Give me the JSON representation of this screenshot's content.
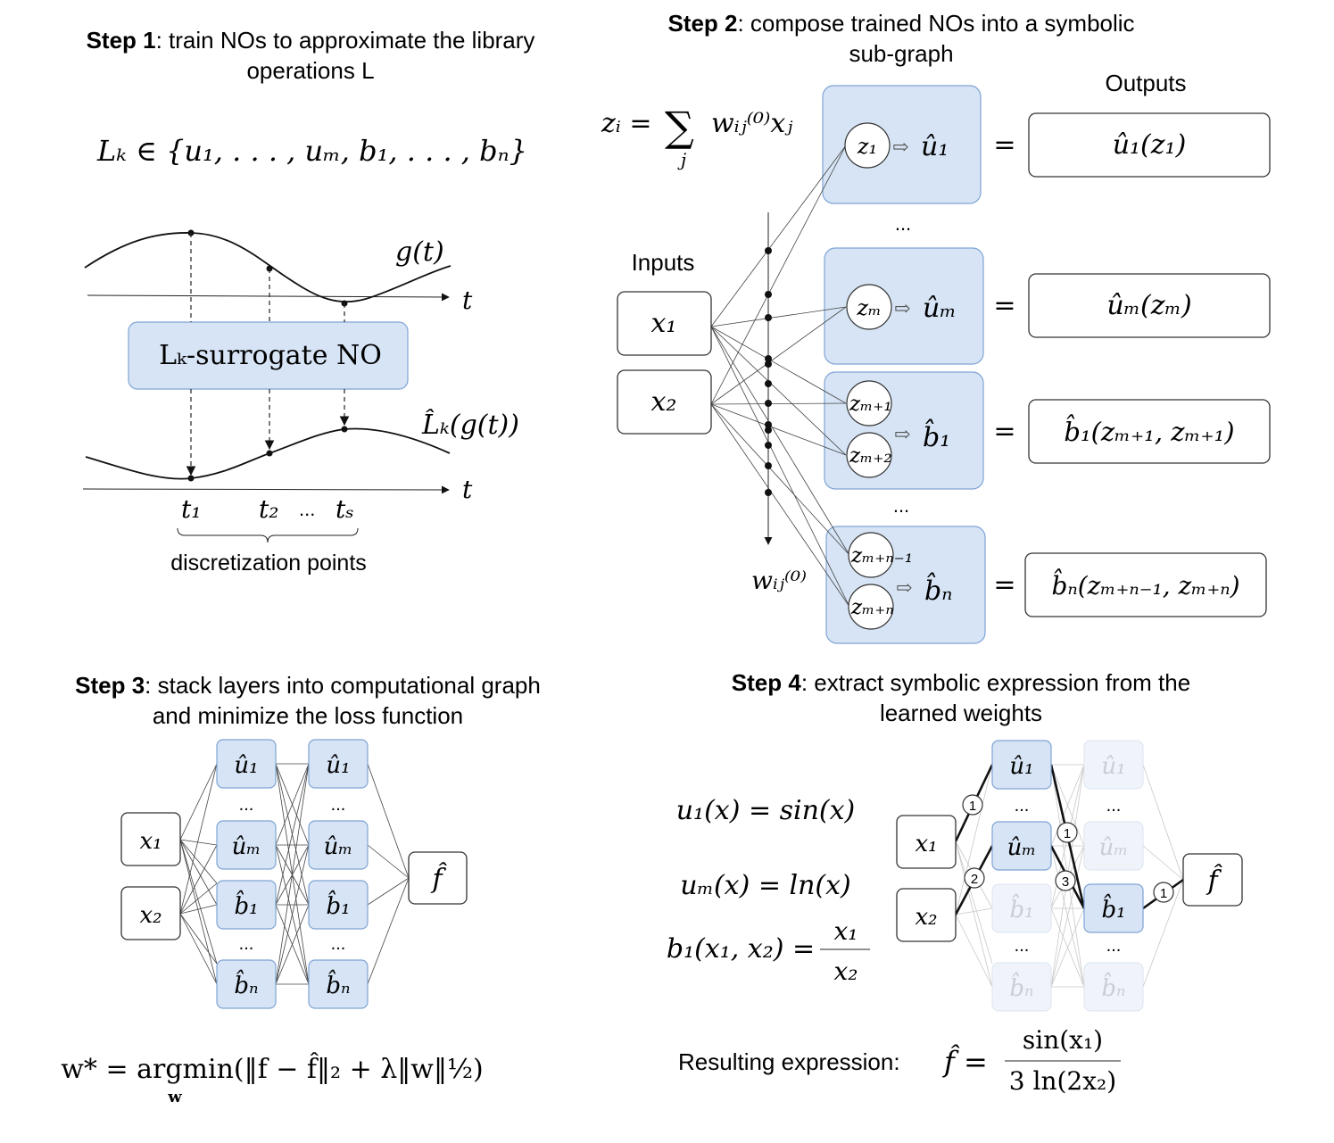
{
  "step1": {
    "title_bold": "Step 1",
    "title_rest": ": train NOs to approximate the library",
    "title_line2": "operations L",
    "library_set": "Lₖ ∈ {u₁, . . . , uₘ, b₁, . . . , bₙ}",
    "curve_label": "g(t)",
    "axis_label": "t",
    "surrogate_label": "Lₖ-surrogate NO",
    "output_label": "L̂ₖ(g(t))",
    "t_labels": [
      "t₁",
      "t₂",
      "...",
      "tₛ"
    ],
    "bracket_label": "discretization points"
  },
  "step2": {
    "title_bold": "Step 2",
    "title_rest": ": compose trained NOs into a symbolic",
    "title_line2": "sub-graph",
    "formula_left": "zᵢ =",
    "formula_sum": "∑",
    "formula_sub": "j",
    "formula_right": "wᵢⱼ⁽⁰⁾xⱼ",
    "inputs_label": "Inputs",
    "outputs_label": "Outputs",
    "inputs": [
      "x₁",
      "x₂"
    ],
    "weight_label": "wᵢⱼ⁽⁰⁾",
    "ellipsis": "...",
    "equals": "=",
    "arrow": "⇨",
    "groups": [
      {
        "z": [
          "z₁"
        ],
        "op": "û₁",
        "output": "û₁(z₁)"
      },
      {
        "z": [
          "zₘ"
        ],
        "op": "ûₘ",
        "output": "ûₘ(zₘ)"
      },
      {
        "z": [
          "zₘ₊₁",
          "zₘ₊₂"
        ],
        "op": "b̂₁",
        "output": "b̂₁(zₘ₊₁, zₘ₊₁)"
      },
      {
        "z": [
          "zₘ₊ₙ₋₁",
          "zₘ₊ₙ"
        ],
        "op": "b̂ₙ",
        "output": "b̂ₙ(zₘ₊ₙ₋₁, zₘ₊ₙ)"
      }
    ]
  },
  "step3": {
    "title_bold": "Step 3",
    "title_rest": ": stack layers into computational graph",
    "title_line2": "and minimize the loss function",
    "inputs": [
      "x₁",
      "x₂"
    ],
    "layer_nodes": [
      "û₁",
      "...",
      "ûₘ",
      "b̂₁",
      "...",
      "b̂ₙ"
    ],
    "output": "f̂",
    "loss": "w* = argmin(‖f − f̂‖₂ + λ‖w‖½)",
    "loss_sub": "w"
  },
  "step4": {
    "title_bold": "Step 4",
    "title_rest": ": extract symbolic expression from the",
    "title_line2": "learned weights",
    "equations": [
      "u₁(x) = sin(x)",
      "uₘ(x) = ln(x)",
      "b₁(x₁, x₂) ="
    ],
    "fraction_num": "x₁",
    "fraction_den": "x₂",
    "inputs": [
      "x₁",
      "x₂"
    ],
    "layer_nodes": [
      "û₁",
      "...",
      "ûₘ",
      "b̂₁",
      "...",
      "b̂ₙ"
    ],
    "output": "f̂",
    "weights": [
      "1",
      "2",
      "1",
      "3",
      "1"
    ],
    "result_label": "Resulting expression:",
    "result_lhs": "f̂ =",
    "result_num": "sin(x₁)",
    "result_den": "3 ln(2x₂)"
  }
}
